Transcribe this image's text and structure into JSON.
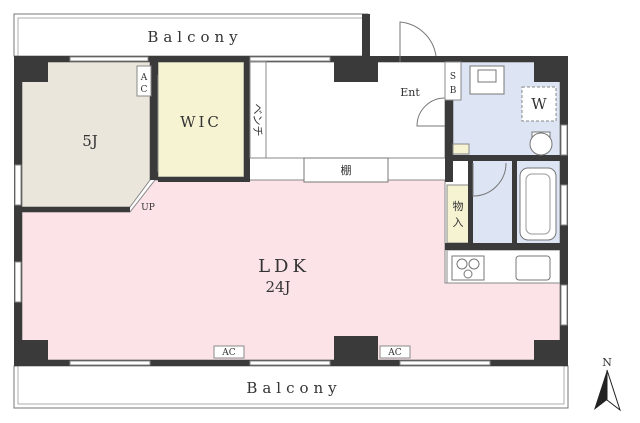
{
  "plan": {
    "balcony_top": "Balcony",
    "balcony_bottom": "Balcony",
    "rooms": {
      "bedroom": "5J",
      "walk_in_closet": "WIC",
      "bench": "ベンチ",
      "entrance": "Ent",
      "shoe_box": "SB",
      "washing_machine": "W",
      "shelf": "棚",
      "storage": "物入",
      "ldk_name": "LDK",
      "ldk_size": "24J",
      "up": "UP",
      "ac_bedroom": "AC",
      "ac_ldk_left": "AC",
      "ac_ldk_right": "AC"
    },
    "compass": "N"
  },
  "colors": {
    "ldk_floor": "#fbe3e8",
    "bedroom_floor": "#ebe6dc",
    "closet_floor": "#f6f3d2",
    "wet_area_floor": "#dde4f4",
    "wall": "#3a3a3a"
  }
}
